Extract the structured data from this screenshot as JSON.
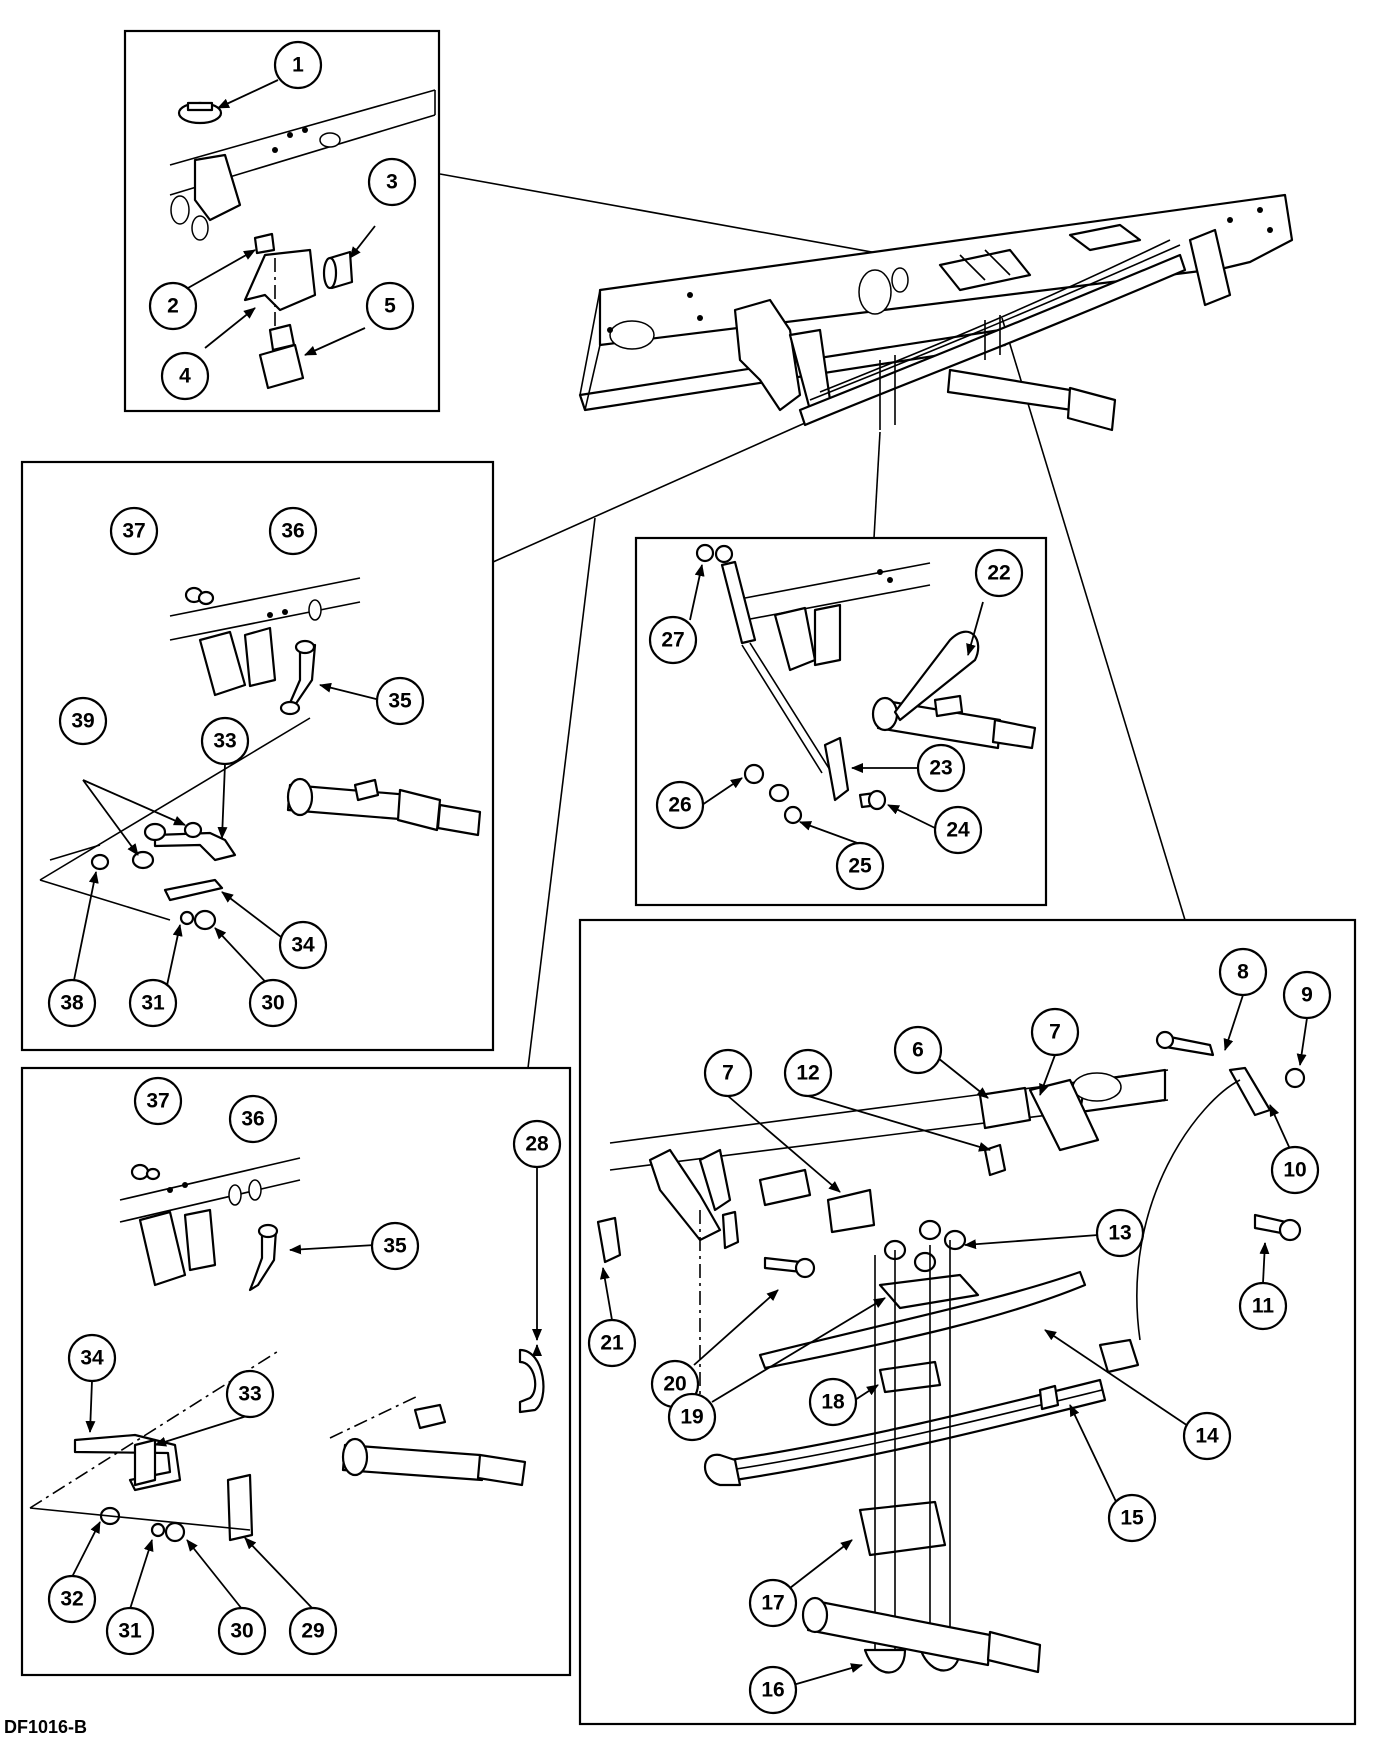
{
  "figure_code": "DF1016-B",
  "callouts": [
    "1",
    "2",
    "3",
    "4",
    "5",
    "6",
    "7",
    "8",
    "9",
    "10",
    "11",
    "12",
    "13",
    "14",
    "15",
    "16",
    "17",
    "18",
    "19",
    "20",
    "21",
    "22",
    "23",
    "24",
    "25",
    "26",
    "27",
    "28",
    "29",
    "30",
    "31",
    "32",
    "33",
    "34",
    "35",
    "36",
    "37",
    "38",
    "39"
  ],
  "insets": {
    "top_left": [
      "1",
      "2",
      "3",
      "4",
      "5"
    ],
    "mid_left": [
      "37",
      "36",
      "35",
      "39",
      "33",
      "38",
      "31",
      "30",
      "34"
    ],
    "bottom_left": [
      "37",
      "36",
      "35",
      "28",
      "34",
      "33",
      "32",
      "31",
      "30",
      "29"
    ],
    "center": [
      "27",
      "22",
      "23",
      "26",
      "24",
      "25"
    ],
    "right": [
      "8",
      "9",
      "6",
      "7",
      "7",
      "12",
      "10",
      "13",
      "11",
      "21",
      "20",
      "19",
      "14",
      "18",
      "15",
      "17",
      "16"
    ]
  }
}
